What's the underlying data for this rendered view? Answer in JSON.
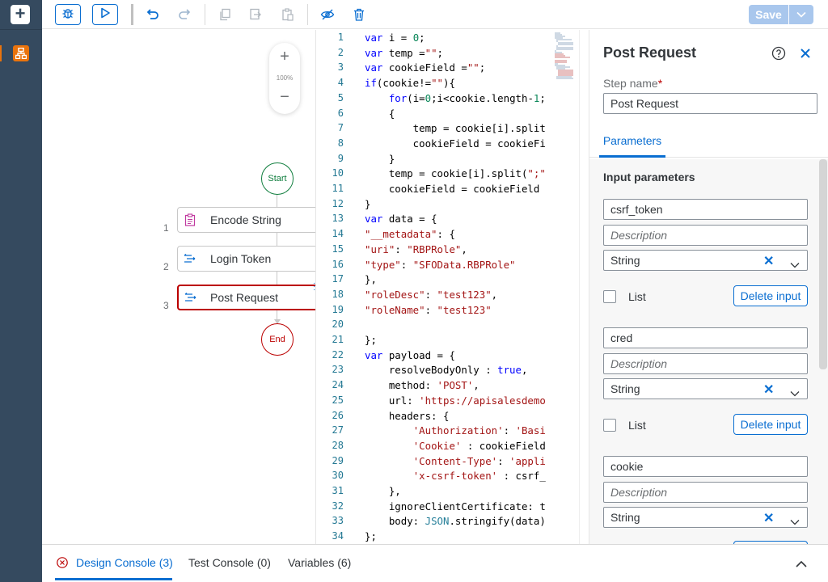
{
  "toolbar": {
    "save_label": "Save"
  },
  "canvas": {
    "zoom_level": "100%",
    "start_label": "Start",
    "end_label": "End",
    "steps": [
      {
        "number": "1",
        "label": "Encode String"
      },
      {
        "number": "2",
        "label": "Login Token"
      },
      {
        "number": "3",
        "label": "Post Request"
      }
    ]
  },
  "editor": {
    "line_numbers": [
      "1",
      "2",
      "3",
      "4",
      "5",
      "6",
      "7",
      "8",
      "9",
      "10",
      "11",
      "12",
      "13",
      "14",
      "15",
      "16",
      "17",
      "18",
      "19",
      "20",
      "21",
      "22",
      "23",
      "24",
      "25",
      "26",
      "27",
      "28",
      "29",
      "30",
      "31",
      "32",
      "33",
      "34"
    ],
    "lines": [
      "var i = 0;",
      "var temp =\"\";",
      "var cookieField =\"\";",
      "if(cookie!=\"\"){",
      "    for(i=0;i<cookie.length-1;",
      "    {",
      "        temp = cookie[i].split",
      "        cookieField = cookieFi",
      "    }",
      "    temp = cookie[i].split(\";\"",
      "    cookieField = cookieField ",
      "}",
      "var data = {",
      "\"__metadata\": {",
      "\"uri\": \"RBPRole\",",
      "\"type\": \"SFOData.RBPRole\"",
      "},",
      "\"roleDesc\": \"test123\",",
      "\"roleName\": \"test123\"",
      "",
      "};",
      "var payload = {",
      "    resolveBodyOnly : true,",
      "    method: 'POST',",
      "    url: 'https://apisalesdemo",
      "    headers: {",
      "        'Authorization': 'Basi",
      "        'Cookie' : cookieField",
      "        'Content-Type': 'appli",
      "        'x-csrf-token' : csrf_",
      "    },",
      "    ignoreClientCertificate: t",
      "    body: JSON.stringify(data)",
      "};"
    ]
  },
  "panel": {
    "title": "Post Request",
    "step_name_label": "Step name",
    "required_mark": "*",
    "step_name_value": "Post Request",
    "tab_parameters": "Parameters",
    "input_params_title": "Input parameters",
    "inputs": [
      {
        "name": "csrf_token",
        "description_placeholder": "Description",
        "type": "String",
        "list_label": "List",
        "delete_label": "Delete input"
      },
      {
        "name": "cred",
        "description_placeholder": "Description",
        "type": "String",
        "list_label": "List",
        "delete_label": "Delete input"
      },
      {
        "name": "cookie",
        "description_placeholder": "Description",
        "type": "String"
      }
    ]
  },
  "console": {
    "tabs": [
      {
        "label": "Design Console (3)"
      },
      {
        "label": "Test Console (0)"
      },
      {
        "label": "Variables (6)"
      }
    ]
  },
  "colors": {
    "brand_blue": "#0a6ed1",
    "rail": "#354a5f",
    "error_red": "#bb0000",
    "success_green": "#107e3e",
    "accent_orange": "#e9730c"
  }
}
